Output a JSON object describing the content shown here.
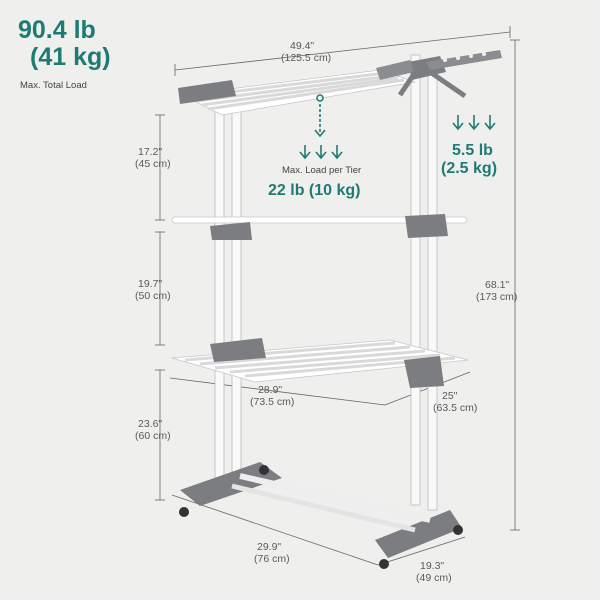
{
  "total_load": {
    "lb": "90.4 lb",
    "kg": "(41 kg)",
    "caption": "Max. Total Load"
  },
  "tier_load": {
    "caption": "Max. Load per Tier",
    "value": "22 lb (10 kg)"
  },
  "wing_load": {
    "lb": "5.5 lb",
    "kg": "(2.5 kg)"
  },
  "dimensions": {
    "top_width_in": "49.4\"",
    "top_width_cm": "(125.5 cm)",
    "tier1_gap_in": "17.2\"",
    "tier1_gap_cm": "(45 cm)",
    "tier2_gap_in": "19.7\"",
    "tier2_gap_cm": "(50 cm)",
    "bottom_gap_in": "23.6\"",
    "bottom_gap_cm": "(60 cm)",
    "total_height_in": "68.1\"",
    "total_height_cm": "(173 cm)",
    "shelf_width_in": "28.9\"",
    "shelf_width_cm": "(73.5 cm)",
    "shelf_depth_in": "25\"",
    "shelf_depth_cm": "(63.5 cm)",
    "base_width_in": "29.9\"",
    "base_width_cm": "(76 cm)",
    "base_depth_in": "19.3\"",
    "base_depth_cm": "(49 cm)"
  },
  "colors": {
    "accent": "#1f7a74",
    "frame_gray": "#7b7d80",
    "rail_white": "#f7f7f7",
    "background": "#efefed"
  }
}
